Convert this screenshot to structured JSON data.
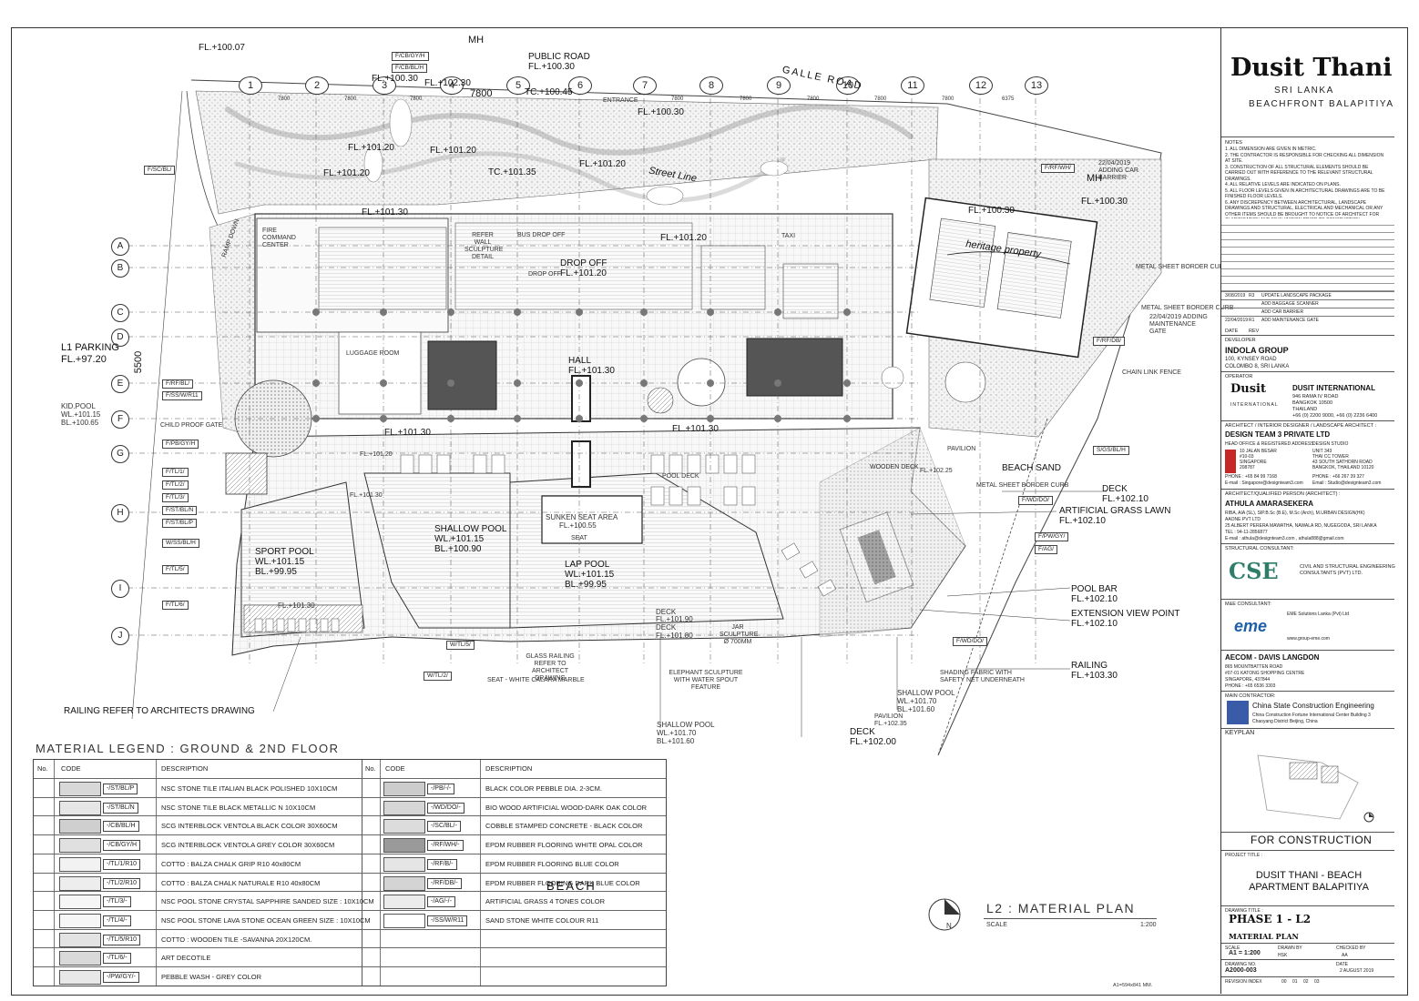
{
  "hotel": {
    "brand": "Dusit Thani",
    "country": "SRI LANKA",
    "location": "BEACHFRONT BALAPITIYA"
  },
  "plan_labels": {
    "mh_top": "MH",
    "galle_road": "GALLE ROAD",
    "public_road": "PUBLIC ROAD",
    "fl_public": "FL.+100.30",
    "fl_100_07": "FL.+100.07",
    "fl_100_30a": "FL.+100.30",
    "fl_102_30": "FL.+102.30",
    "dim_7800": "7800",
    "tc_100_45": "TC.+100.45",
    "fl_100_30b": "FL.+100.30",
    "fl_101_20a": "FL.+101.20",
    "fl_101_20b": "FL.+101.20",
    "fl_101_20c": "FL.+101.20",
    "tc_101_35": "TC.+101.35",
    "fl_101_20d": "FL.+101.20",
    "street_line": "Street Line",
    "mh_right": "MH",
    "fl_100_30c": "FL.+100.30",
    "fl_101_30a": "FL.+101.30",
    "fl_100_30d": "FL.+100.30",
    "heritage": "heritage property",
    "fl_101_20e": "FL.+101.20",
    "drop_off": "DROP OFF",
    "fl_101_20f": "FL.+101.20",
    "refer_wall": "REFER WALL SCULPTURE DETAIL",
    "l1_parking": "L1 PARKING",
    "fl_97_20": "FL.+97.20",
    "dim_5500": "5500",
    "kid_pool": "KID.POOL",
    "wl_101_15a": "WL.+101.15",
    "bl_100_65": "BL.+100.65",
    "hall": "HALL",
    "fl_101_30b": "FL.+101.30",
    "fl_101_30c": "FL.+101.30",
    "fl_101_30d": "FL.+101.30",
    "fl_101_20g": "FL.+101.20",
    "fl_101_30e": "FL.+101.30",
    "beach_sand": "BEACH SAND",
    "fl_102_25": "FL.+102.25",
    "pavilion": "PAVILION",
    "deck_a": "DECK",
    "fl_102_10a": "FL.+102.10",
    "artificial_lawn": "ARTIFICIAL GRASS LAWN",
    "fl_102_10b": "FL.+102.10",
    "sunken_seat": "SUNKEN SEAT AREA",
    "fl_100_55": "FL.+100.55",
    "shallow_pool": "SHALLOW POOL",
    "wl_101_15b": "WL.+101.15",
    "bl_100_90": "BL.+100.90",
    "sport_pool": "SPORT POOL",
    "wl_101_15c": "WL.+101.15",
    "bl_99_95a": "BL.+99.95",
    "lap_pool": "LAP POOL",
    "wl_101_15d": "WL.+101.15",
    "bl_99_95b": "BL.+99.95",
    "fl_101_30f": "FL.+101.30",
    "pool_bar": "POOL BAR",
    "fl_102_10c": "FL.+102.10",
    "extension_view": "EXTENSION VIEW POINT",
    "fl_102_10d": "FL.+102.10",
    "deck_b": "DECK",
    "fl_101_90": "FL.+101.90",
    "deck_c": "DECK",
    "fl_101_80": "FL.+101.80",
    "railing": "RAILING",
    "fl_103_30": "FL.+103.30",
    "railing_refer": "RAILING REFER TO ARCHITECTS DRAWING",
    "shallow_pool_b": "SHALLOW POOL",
    "wl_101_70a": "WL.+101.70",
    "bl_101_60a": "BL.+101.60",
    "shallow_pool_c": "SHALLOW POOL",
    "wl_101_70b": "WL.+101.70",
    "bl_101_60b": "BL.+101.60",
    "pavilion_b": "PAVILION",
    "fl_102_35": "FL.+102.35",
    "deck_d": "DECK",
    "fl_102_00": "FL.+102.00",
    "beach": "BEACH",
    "seat_marble": "SEAT - WHITE CALARA MARBLE",
    "glass_railing": "GLASS RAILING REFER TO ARCHITECT DRAWING",
    "elephant": "ELEPHANT SCULPTURE WITH WATER SPOUT FEATURE",
    "jar_sculpture": "JAR SCULPTURE Ø 700MM",
    "shading": "SHADING FABRIC WITH SAFETY NET UNDERNEATH",
    "chain_link": "CHAIN LINK FENCE",
    "metal_sheet_a": "METAL SHEET BORDER CURB",
    "metal_sheet_b": "METAL SHEET BORDER CURB",
    "metal_sheet_c": "METAL SHEET BORDER CURB",
    "adding_car": "22/04/2019 ADDING CAR BARRIER",
    "adding_maint": "22/04/2019 ADDING MAINTENANCE GATE",
    "bus_drop": "BUS DROP OFF",
    "drop_off_sm": "DROP OFF",
    "taxi": "TAXI",
    "ramp_down": "RAMP DOWN",
    "child_gate": "CHILD PROOF GATE",
    "pool_deck": "POOL DECK",
    "wooden_deck": "WOODEN DECK",
    "luggage": "LUGGAGE ROOM",
    "fire_cmd": "FIRE COMMAND CENTER",
    "entrance": "ENTRANCE",
    "seat": "SEAT"
  },
  "grid": {
    "cols": [
      "1",
      "2",
      "3",
      "4",
      "5",
      "6",
      "7",
      "8",
      "9",
      "10",
      "11",
      "12",
      "13"
    ],
    "rows": [
      "A",
      "B",
      "C",
      "D",
      "E",
      "F",
      "G",
      "H",
      "I",
      "J"
    ],
    "col_dims": [
      "7800",
      "7800",
      "7800",
      "7800",
      "7800",
      "7800",
      "7800",
      "7800",
      "7800",
      "7800",
      "7800",
      "6375"
    ]
  },
  "tags": [
    "F/CB/GY/H",
    "F/CB/BL/H",
    "F/SC/BL/",
    "F/RF/BL/",
    "F/SS/W/R11",
    "F/PB/GY/H",
    "F/TL/1/",
    "F/TL/2/",
    "F/TL/3/",
    "F/TL/5/",
    "F/TL/6/",
    "F/ST/BL/N",
    "F/ST/BL/P",
    "W/SS/BL/H",
    "W/TL/2/",
    "W/TL/5/",
    "F/WD/DO/",
    "F/PW/GY/",
    "F/AG/",
    "F/RF/DB/",
    "S/GS/BL/H",
    "F/WD/DO/",
    "F/RF/WH/"
  ],
  "notes": {
    "title": "NOTES",
    "lines": [
      "1. ALL DIMENSION ARE GIVEN IN METRIC.",
      "2. THE CONTRACTOR IS RESPONSIBLE FOR CHECKING ALL DIMENSION AT SITE.",
      "3. CONSTRUCTION OF ALL STRUCTURAL ELEMENTS SHOULD BE CARRIED OUT WITH REFERENCE TO THE RELEVANT STRUCTURAL DRAWINGS.",
      "4. ALL RELATIVE LEVELS ARE INDICATED ON PLANS.",
      "5. ALL FLOOR LEVELS GIVEN IN ARCHITECTURAL DRAWINGS ARE TO BE FINISHED FLOOR LEVELS.",
      "6. ANY DISCREPENCY BETWEEN ARCHITECTURAL, LANDSCAPE DRAWINGS AND STRUCTURAL, ELECTRICAL AND MECHANICAL OR ANY OTHER ITEMS SHOULD BE BROUGHT TO NOTICE OF ARCHITECT FOR CLARIFICATION AND FINALIZATION PRIOR TO CONSTUCTION"
    ]
  },
  "revisions": [
    {
      "date": "3/08/2019",
      "rev": "R3",
      "desc": "UPDATE LANDSCAPE PACKAGE"
    },
    {
      "date": "",
      "rev": "",
      "desc": "ADD BAGGAGE SCANNER"
    },
    {
      "date": "",
      "rev": "",
      "desc": "ADD CAR BARRIER"
    },
    {
      "date": "22/04/2019",
      "rev": "R1",
      "desc": "ADD MAINTENANCE GATE"
    }
  ],
  "rev_headers": {
    "date": "DATE",
    "rev": "REV"
  },
  "developer": {
    "label": "DEVELOPER",
    "name": "INDOLA GROUP",
    "addr1": "100, KYNSEY ROAD",
    "addr2": "COLOMBO 8, SRI LANKA"
  },
  "operator": {
    "label": "OPERATOR",
    "logo": "Dusit",
    "logo_sub": "INTERNATIONAL",
    "name": "DUSIT INTERNATIONAL",
    "addr1": "946 RAMA IV ROAD",
    "addr2": "BANGKOK 10500",
    "addr3": "THAILAND",
    "phone": "+66 (0) 2200 9000, +66 (0) 2236 6400"
  },
  "architect": {
    "label": "ARCHITECT / INTERIOR DESIGNER / LANDSCAPE ARCHITECT :",
    "name": "DESIGN TEAM 3 PRIVATE LTD",
    "head_label": "HEAD OFFICE & REGISTERED ADDRESS",
    "studio_label": "DESIGN STUDIO",
    "head1": "10 JALAN BESAR",
    "head2": "#10-03",
    "head3": "SINGAPORE",
    "head4": "208787",
    "studio1": "UNIT 343",
    "studio2": "THAI CC TOWER",
    "studio3": "43 SOUTH SATHORN ROAD",
    "studio4": "BANGKOK, THAILAND 10120",
    "phone1": "PHONE : +65 84 99 7168",
    "phone2": "PHONE : +66 267 39 327",
    "email1": "E-mail : Singapore@designteam3.com",
    "email2": "Email : Studio@designteam3.com"
  },
  "qualified": {
    "label": "ARCHITECT/QUALIFIED PERSON (ARCHITECT) :",
    "name": "ATHULA AMARASEKERA",
    "quals": "RIBA, AIA (SL), SIP.B.Sc (B.E), M.Sc (Arch), M.URBAN DESIGN(HK)",
    "company": "AAONE PVT LTD",
    "addr": "25 ALBERT PERERA MAWATHA, NAWALA RD, NUGEGODA, SRI LANKA",
    "tel": "TEL : 94-11-2856877",
    "email": "E-mail : athula@designteam3.com , athula888@gmail.com"
  },
  "structural": {
    "label": "STRUCTURAL CONSULTANT:",
    "logo": "CSE",
    "name1": "CIVIL AND STRUCTURAL ENGINEERING",
    "name2": "CONSULTANTS (PVT) LTD."
  },
  "mne": {
    "label": "M&E CONSULTANT:",
    "logo": "eme",
    "name": "EME Solutions Lanka (Pvt) Ltd",
    "web": "www.group-eme.com"
  },
  "qs": {
    "name": "AECOM - DAVIS LANGDON",
    "addr1": "865 MOUNTBATTEN ROAD",
    "addr2": "#07-01 KATONG SHOPPING CENTRE",
    "addr3": "SINGAPORE, 437844",
    "phone": "PHONE : +65 6536 3303"
  },
  "contractor": {
    "label": "MAIN CONTRACTOR:",
    "name": "China State Construction Engineering",
    "addr1": "China Construction Fortune International Center Building 3",
    "addr2": "Chaoyang District Beijing, China"
  },
  "keyplan": "KEYPLAN",
  "status": "FOR CONSTRUCTION",
  "project_title_label": "PROJECT TITLE :",
  "project_title": "DUSIT THANI - BEACH APARTMENT BALAPITIYA",
  "drawing_title_label": "DRAWING TITLE :",
  "drawing_phase": "PHASE 1 - L2",
  "drawing_name": "MATERIAL PLAN",
  "scale_label": "SCALE",
  "scale": "A1 = 1:200",
  "drawn_by_label": "DRAWN BY",
  "drawn_by": "HSK",
  "checked_by_label": "CHECKED BY",
  "checked_by": "AA",
  "drawing_no_label": "DRAWING NO.",
  "drawing_no": "A2000-003",
  "date_label": "DATE",
  "date": "2 AUGUST 2019",
  "revision_index_label": "REVISION INDEX",
  "revision_index": [
    "00",
    "01",
    "02",
    "03"
  ],
  "paper_note": "A1=594x841 MM.",
  "plan_title": "L2 : MATERIAL PLAN",
  "plan_scale_label": "SCALE",
  "plan_scale": "1:200",
  "north": "N",
  "legend": {
    "title": "MATERIAL LEGEND : GROUND & 2ND FLOOR",
    "headers": {
      "no": "No.",
      "code": "CODE",
      "desc": "DESCRIPTION"
    },
    "left": [
      {
        "code": "-/ST/BL/P",
        "desc": "NSC STONE TILE ITALIAN BLACK POLISHED 10X10CM",
        "fill": "#d8d8d8"
      },
      {
        "code": "-/ST/BL/N",
        "desc": "NSC STONE TILE BLACK METALLIC N 10X10CM",
        "fill": "#e6e6e6"
      },
      {
        "code": "-/CB/BL/H",
        "desc": "SCG INTERBLOCK VENTOLA BLACK COLOR 30X60CM",
        "fill": "#cfcfcf"
      },
      {
        "code": "-/CB/GY/H",
        "desc": "SCG INTERBLOCK VENTOLA GREY COLOR 30X60CM",
        "fill": "#e0e0e0"
      },
      {
        "code": "-/TL/1/R10",
        "desc": "COTTO : BALZA CHALK GRIP R10 40x80CM",
        "fill": "#f2f2f2"
      },
      {
        "code": "-/TL/2/R10",
        "desc": "COTTO : BALZA CHALK NATURALE R10 40x80CM",
        "fill": "#ededed"
      },
      {
        "code": "-/TL/3/-",
        "desc": "NSC POOL STONE CRYSTAL SAPPHIRE SANDED SIZE : 10X10CM",
        "fill": "#f6f6f6"
      },
      {
        "code": "-/TL/4/-",
        "desc": "NSC POOL STONE LAVA STONE OCEAN GREEN SIZE : 10X10CM",
        "fill": "#f6f6f6"
      },
      {
        "code": "-/TL/5/R10",
        "desc": "COTTO : WOODEN TILE -SAVANNA 20X120CM.",
        "fill": "#e3e3e3"
      },
      {
        "code": "-/TL/6/-",
        "desc": "ART DECOTILE",
        "fill": "#d9d9d9"
      },
      {
        "code": "-/PW/GY/-",
        "desc": "PEBBLE WASH - GREY COLOR",
        "fill": "#e8e8e8"
      }
    ],
    "right": [
      {
        "code": "-/PB/-/-",
        "desc": "BLACK COLOR PEBBLE DIA. 2-3CM.",
        "fill": "#cccccc"
      },
      {
        "code": "-/WD/DO/-",
        "desc": "BIO WOOD ARTIFICIAL WOOD-DARK OAK COLOR",
        "fill": "#d6d6d6"
      },
      {
        "code": "-/SC/BL/-",
        "desc": "COBBLE STAMPED CONCRETE - BLACK COLOR",
        "fill": "#dcdcdc"
      },
      {
        "code": "-/RF/WH/-",
        "desc": "EPDM RUBBER FLOORING WHITE OPAL COLOR",
        "fill": "#9a9a9a"
      },
      {
        "code": "-/RF/B/-",
        "desc": "EPDM RUBBER FLOORING BLUE COLOR",
        "fill": "#e5e5e5"
      },
      {
        "code": "-/RF/DB/-",
        "desc": "EPDM RUBBER FLOORING DARK BLUE COLOR",
        "fill": "#d4d4d4"
      },
      {
        "code": "-/AG/-/-",
        "desc": "ARTIFICIAL GRASS 4 TONES COLOR",
        "fill": "#ececec"
      },
      {
        "code": "-/SS/W/R11",
        "desc": "SAND STONE WHITE COLOUR R11",
        "fill": "#ffffff"
      }
    ]
  }
}
